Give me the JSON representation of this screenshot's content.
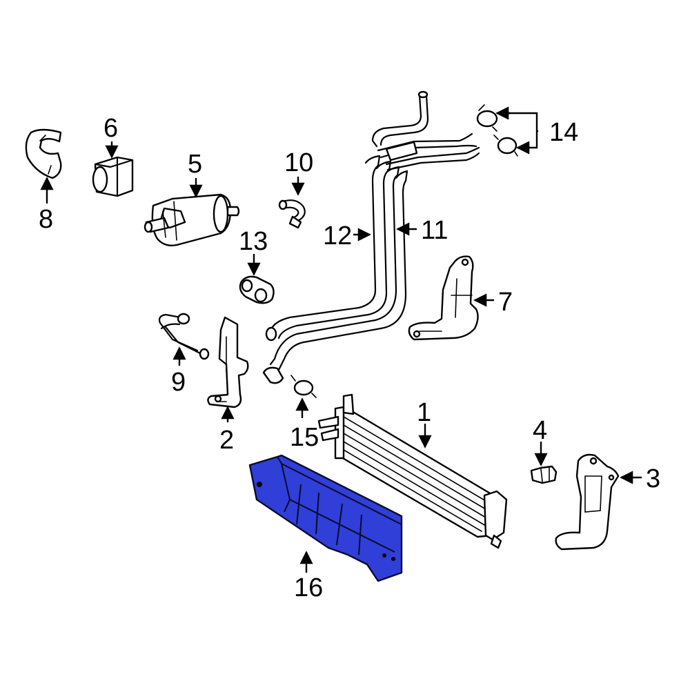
{
  "highlight_color": "#2f3fd8",
  "callouts": [
    {
      "id": "1",
      "text": "1"
    },
    {
      "id": "2",
      "text": "2"
    },
    {
      "id": "3",
      "text": "3"
    },
    {
      "id": "4",
      "text": "4"
    },
    {
      "id": "5",
      "text": "5"
    },
    {
      "id": "6",
      "text": "6"
    },
    {
      "id": "7",
      "text": "7"
    },
    {
      "id": "8",
      "text": "8"
    },
    {
      "id": "9",
      "text": "9"
    },
    {
      "id": "10",
      "text": "10"
    },
    {
      "id": "11",
      "text": "11"
    },
    {
      "id": "12",
      "text": "12"
    },
    {
      "id": "13",
      "text": "13"
    },
    {
      "id": "14",
      "text": "14"
    },
    {
      "id": "15",
      "text": "15"
    },
    {
      "id": "16",
      "text": "16"
    }
  ],
  "highlighted_part": "16"
}
